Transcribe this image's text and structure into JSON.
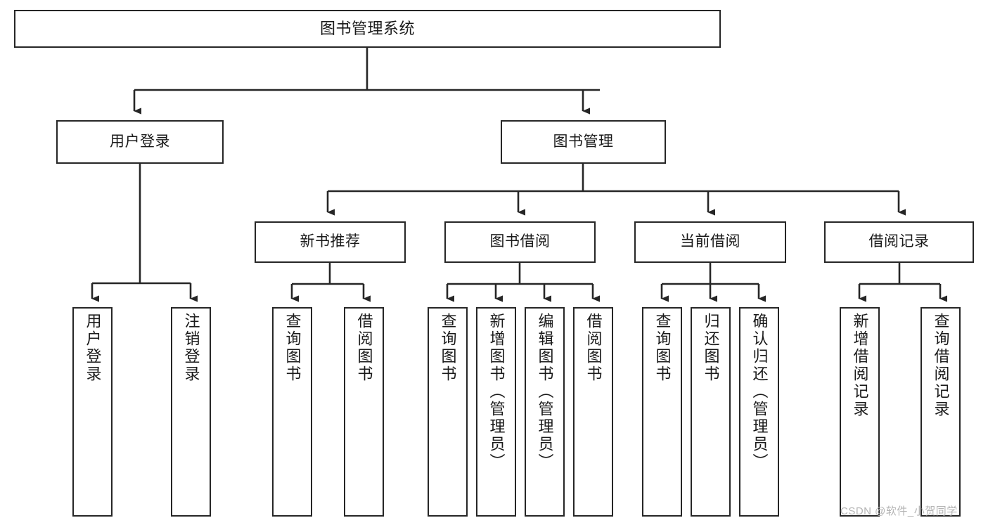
{
  "diagram": {
    "type": "tree",
    "title": "图书管理系统",
    "orientation": "top-down",
    "colors": {
      "box_border": "#262626",
      "box_fill": "#ffffff",
      "edge": "#262626",
      "text": "#1a1a1a",
      "watermark": "#b4b4b4",
      "canvas": "#ffffff"
    },
    "root": {
      "label": "图书管理系统"
    },
    "level2": [
      {
        "label": "用户登录"
      },
      {
        "label": "图书管理"
      }
    ],
    "level3": [
      {
        "label": "新书推荐"
      },
      {
        "label": "图书借阅"
      },
      {
        "label": "当前借阅"
      },
      {
        "label": "借阅记录"
      }
    ],
    "leaves": {
      "user_login": [
        {
          "label": "用户登录"
        },
        {
          "label": "注销登录"
        }
      ],
      "new_book_recommend": [
        {
          "label": "查询图书"
        },
        {
          "label": "借阅图书"
        }
      ],
      "book_borrow": [
        {
          "label": "查询图书"
        },
        {
          "label": "新增图书（管理员）"
        },
        {
          "label": "编辑图书（管理员）"
        },
        {
          "label": "借阅图书"
        }
      ],
      "current_borrow": [
        {
          "label": "查询图书"
        },
        {
          "label": "归还图书"
        },
        {
          "label": "确认归还（管理员）"
        }
      ],
      "borrow_record": [
        {
          "label": "新增借阅记录"
        },
        {
          "label": "查询借阅记录"
        }
      ]
    },
    "watermark": "CSDN @软件_小贺同学"
  }
}
